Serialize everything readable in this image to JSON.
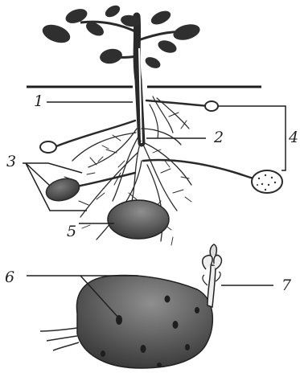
{
  "labels": {
    "l1": "1",
    "l2": "2",
    "l3": "3",
    "l4": "4",
    "l5": "5",
    "l6": "6",
    "l7": "7"
  },
  "colors": {
    "ink": "#1f1f1f",
    "leaf": "#2f2f2f",
    "tuber": "#3a3a3a",
    "tuber_light": "#9a9a9a",
    "background": "#ffffff"
  }
}
